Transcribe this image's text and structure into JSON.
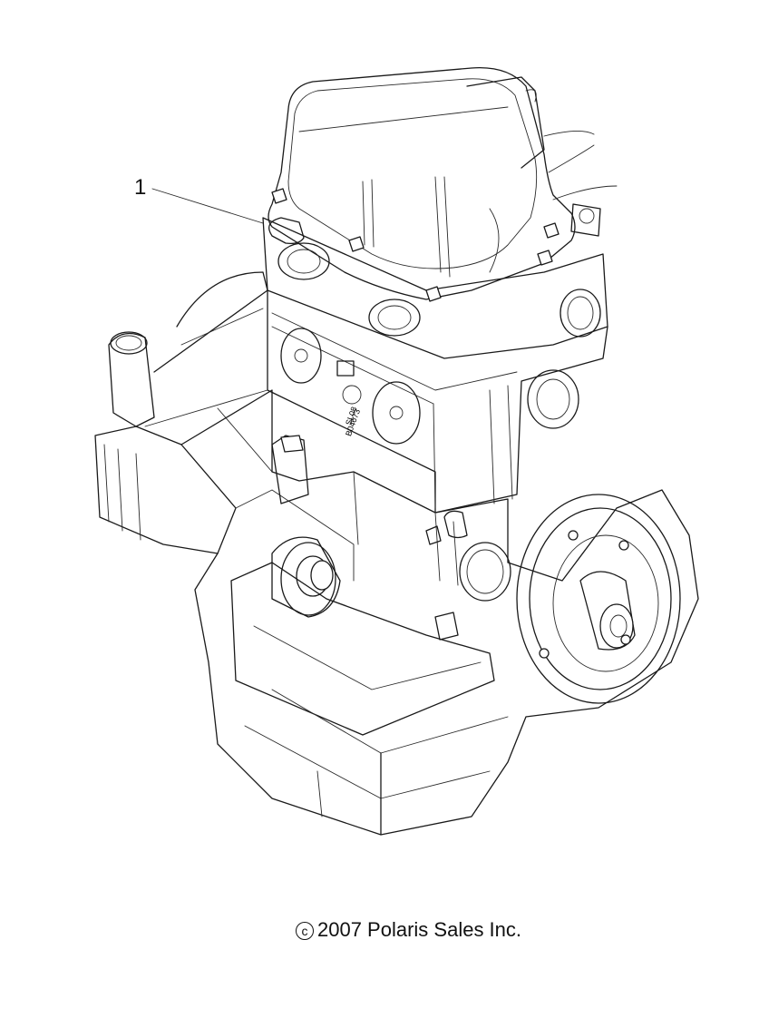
{
  "callouts": [
    {
      "label": "1",
      "part": "engine-assembly"
    }
  ],
  "stamp_text": [
    "SL08",
    "B04673"
  ],
  "copyright": {
    "symbol": "c",
    "text": "2007 Polaris Sales Inc."
  }
}
